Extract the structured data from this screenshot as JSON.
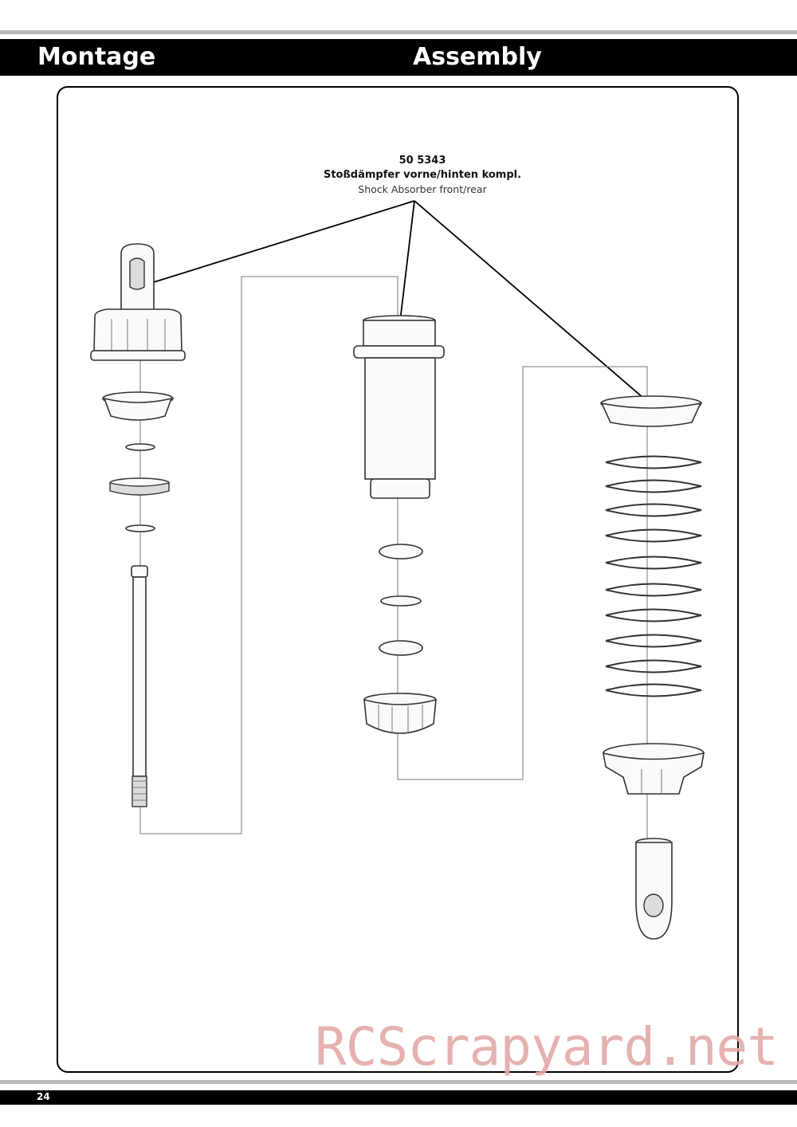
{
  "header": {
    "left_title": "Montage",
    "right_title": "Assembly"
  },
  "part_label": {
    "number": "50 5343",
    "name_de": "Stoßdämpfer vorne/hinten kompl.",
    "name_en": "Shock Absorber front/rear"
  },
  "watermark": "RCScrapyard.net",
  "footer": {
    "page_number": "24"
  },
  "colors": {
    "bar": "#000000",
    "rule": "#b9b9b9",
    "watermark": "#e3aaa9"
  }
}
